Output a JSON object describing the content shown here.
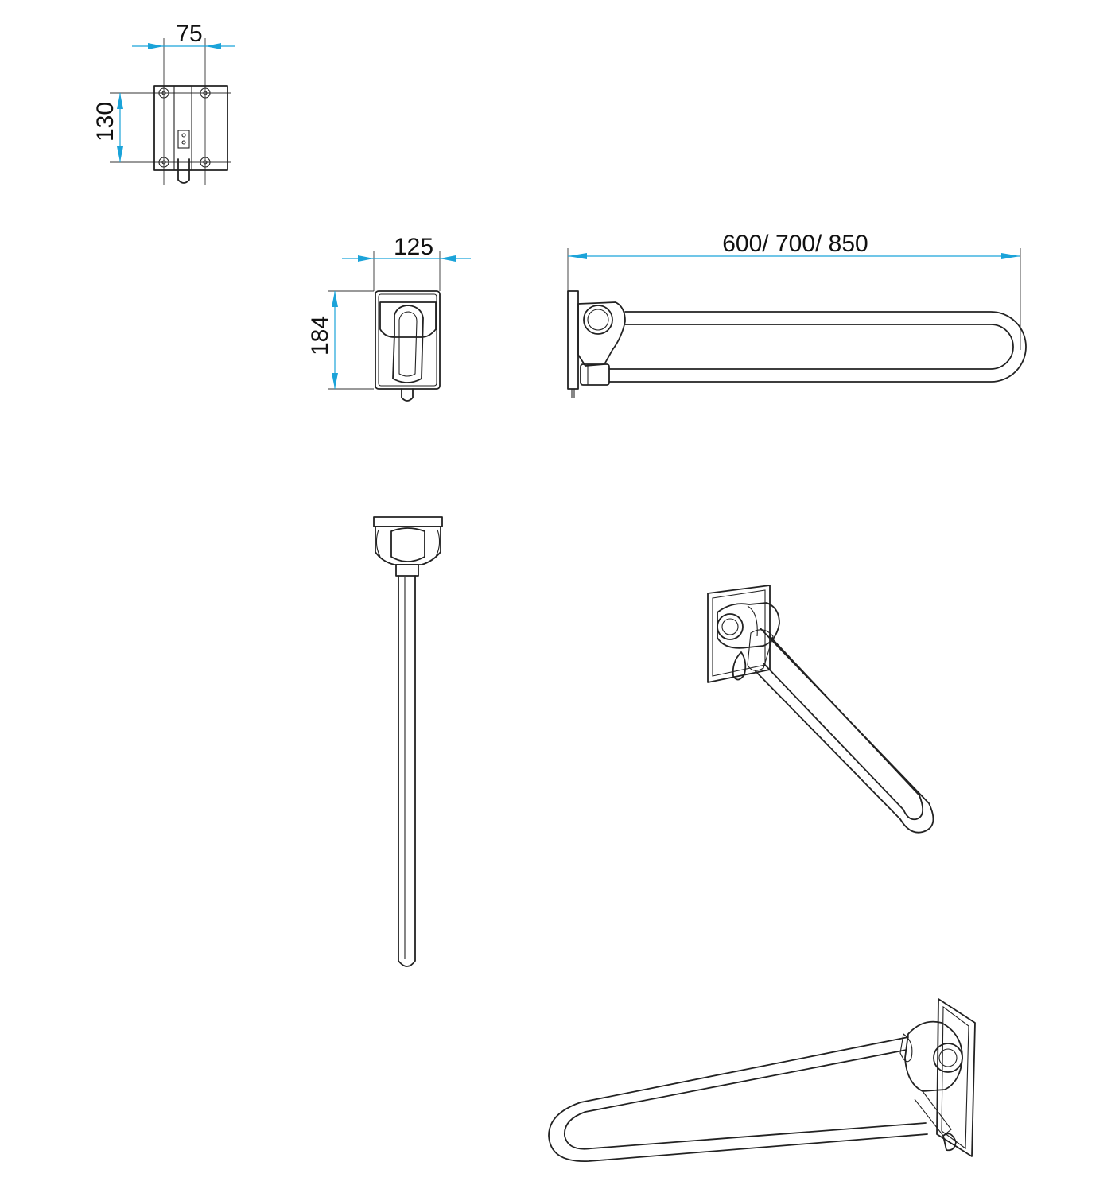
{
  "colors": {
    "dimension_line": "#1ba3d9",
    "outline": "#222222",
    "background": "#ffffff"
  },
  "dimensions": {
    "plate_width": "75",
    "plate_height": "130",
    "bracket_width": "125",
    "bracket_height": "184",
    "rail_length": "600/ 700/ 850"
  }
}
